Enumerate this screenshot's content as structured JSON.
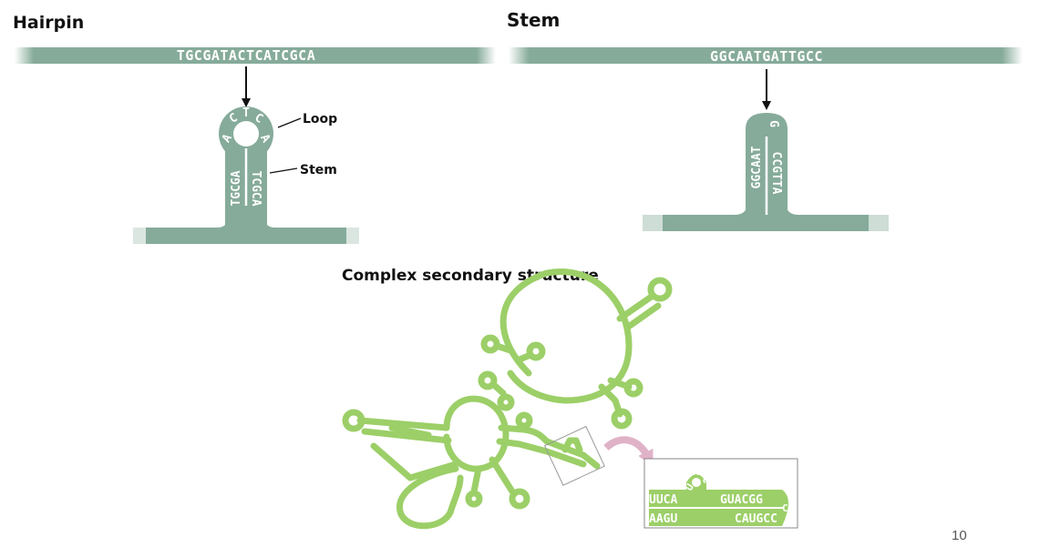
{
  "hairpin": {
    "title": "Hairpin",
    "top_sequence": "TGCGATACTCATCGCA",
    "loop_bases": [
      "A",
      "C",
      "T",
      "C",
      "A"
    ],
    "stem_left": "TGCGA",
    "stem_right": "TCGCA",
    "loop_label": "Loop",
    "stem_label": "Stem"
  },
  "stem": {
    "title": "Stem",
    "top_sequence": "GGCAATGATTGCC",
    "stem_left": "GGCAAT",
    "top_base": "G",
    "stem_right": "CCGTTA"
  },
  "complex": {
    "title": "Complex secondary structure",
    "inset_top_left": "UUCA",
    "inset_loop": [
      "U",
      "A",
      "C"
    ],
    "inset_top_right": "GUACGG",
    "inset_turn": "C",
    "inset_bottom_left": "AAGU",
    "inset_bottom_right": "CAUGCC"
  },
  "page_number": "10",
  "colors": {
    "dna_strand": "#86ab9a",
    "rna_strand": "#9ccf68",
    "arrow_pink": "#e0b2c8"
  }
}
